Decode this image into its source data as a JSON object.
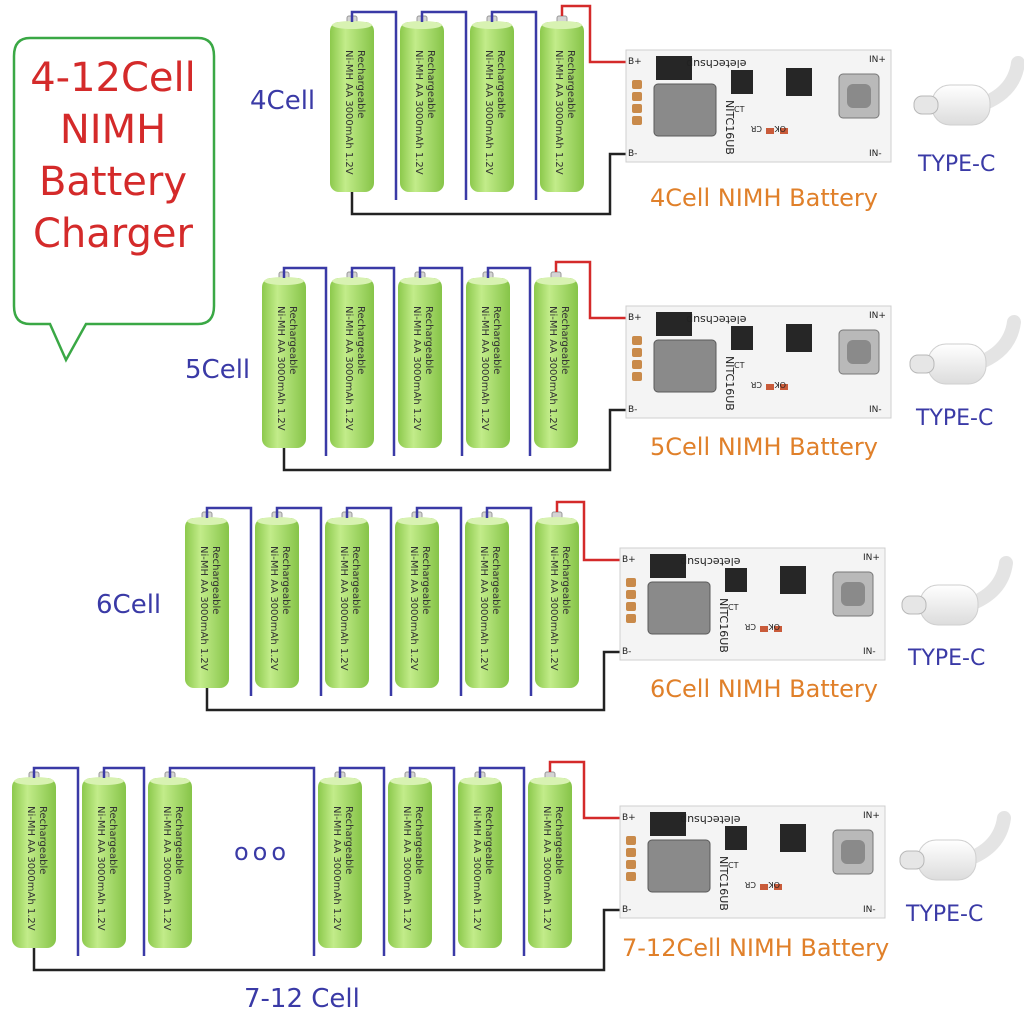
{
  "title_bubble": {
    "lines": [
      "4-12Cell",
      "NIMH",
      "Battery",
      "Charger"
    ],
    "text_color": "#d42a2a",
    "border_color": "#3aa845"
  },
  "battery": {
    "line1": "Ni-MH AA 3000mAh 1.2V",
    "line2": "Rechargeable",
    "body_color": "#a8e06a",
    "cap_color": "#d4d4d4"
  },
  "board": {
    "brand": "eletechsup",
    "model": "NITC16UB",
    "pad_bplus": "B+",
    "pad_bminus": "B-",
    "pad_inplus": "IN+",
    "pad_inminus": "IN-",
    "led_cr": "CR",
    "led_ok": "OK",
    "ct": "CT"
  },
  "wires": {
    "positive": "#d42a2a",
    "series": "#3a3aa6",
    "negative": "#222222"
  },
  "rows": [
    {
      "cell_label": "4Cell",
      "battery_label": "4Cell NIMH Battery",
      "usb_label": "TYPE-C"
    },
    {
      "cell_label": "5Cell",
      "battery_label": "5Cell NIMH Battery",
      "usb_label": "TYPE-C"
    },
    {
      "cell_label": "6Cell",
      "battery_label": "6Cell NIMH Battery",
      "usb_label": "TYPE-C"
    },
    {
      "cell_label": "7-12 Cell",
      "battery_label": "7-12Cell NIMH Battery",
      "usb_label": "TYPE-C",
      "ellipsis": "ooo"
    }
  ]
}
